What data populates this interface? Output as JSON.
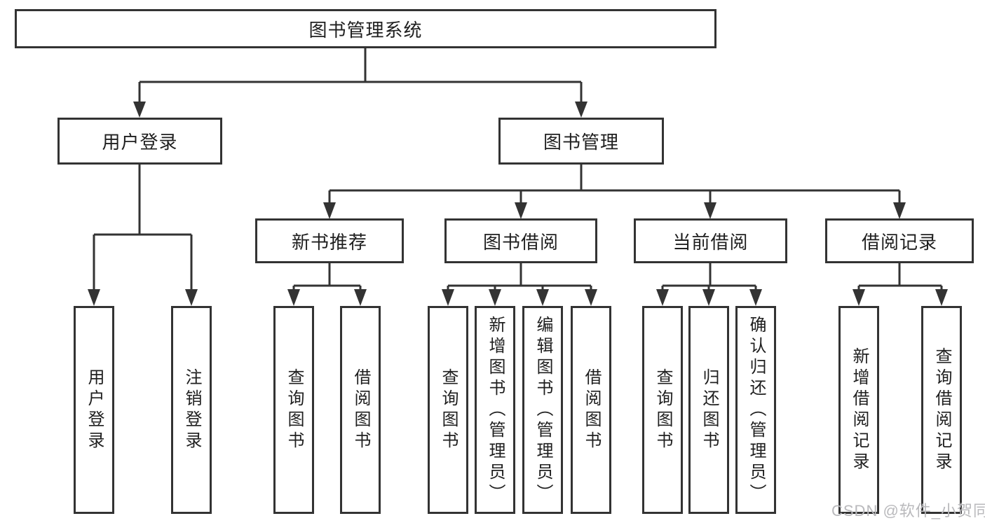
{
  "tree": {
    "root": {
      "label": "图书管理系统"
    },
    "level2": [
      {
        "label": "用户登录",
        "parent": "图书管理系统"
      },
      {
        "label": "图书管理",
        "parent": "图书管理系统"
      }
    ],
    "level3": [
      {
        "label": "新书推荐",
        "parent": "图书管理"
      },
      {
        "label": "图书借阅",
        "parent": "图书管理"
      },
      {
        "label": "当前借阅",
        "parent": "图书管理"
      },
      {
        "label": "借阅记录",
        "parent": "图书管理"
      }
    ],
    "level4": [
      {
        "label": "用户登录",
        "parent": "用户登录"
      },
      {
        "label": "注销登录",
        "parent": "用户登录"
      },
      {
        "label": "查询图书",
        "parent": "新书推荐"
      },
      {
        "label": "借阅图书",
        "parent": "新书推荐"
      },
      {
        "label": "查询图书",
        "parent": "图书借阅"
      },
      {
        "label": "新增图书（管理员）",
        "parent": "图书借阅"
      },
      {
        "label": "编辑图书（管理员）",
        "parent": "图书借阅"
      },
      {
        "label": "借阅图书",
        "parent": "图书借阅"
      },
      {
        "label": "查询图书",
        "parent": "当前借阅"
      },
      {
        "label": "归还图书",
        "parent": "当前借阅"
      },
      {
        "label": "确认归还（管理员）",
        "parent": "当前借阅"
      },
      {
        "label": "新增借阅记录",
        "parent": "借阅记录"
      },
      {
        "label": "查询借阅记录",
        "parent": "借阅记录"
      }
    ]
  },
  "watermark": {
    "text": "CSDN @软件_小贺同学"
  },
  "colors": {
    "line": "#333333",
    "box_border": "#333333",
    "text": "#1f1f1f",
    "watermark": "#b9b9bc",
    "background": "#ffffff"
  }
}
